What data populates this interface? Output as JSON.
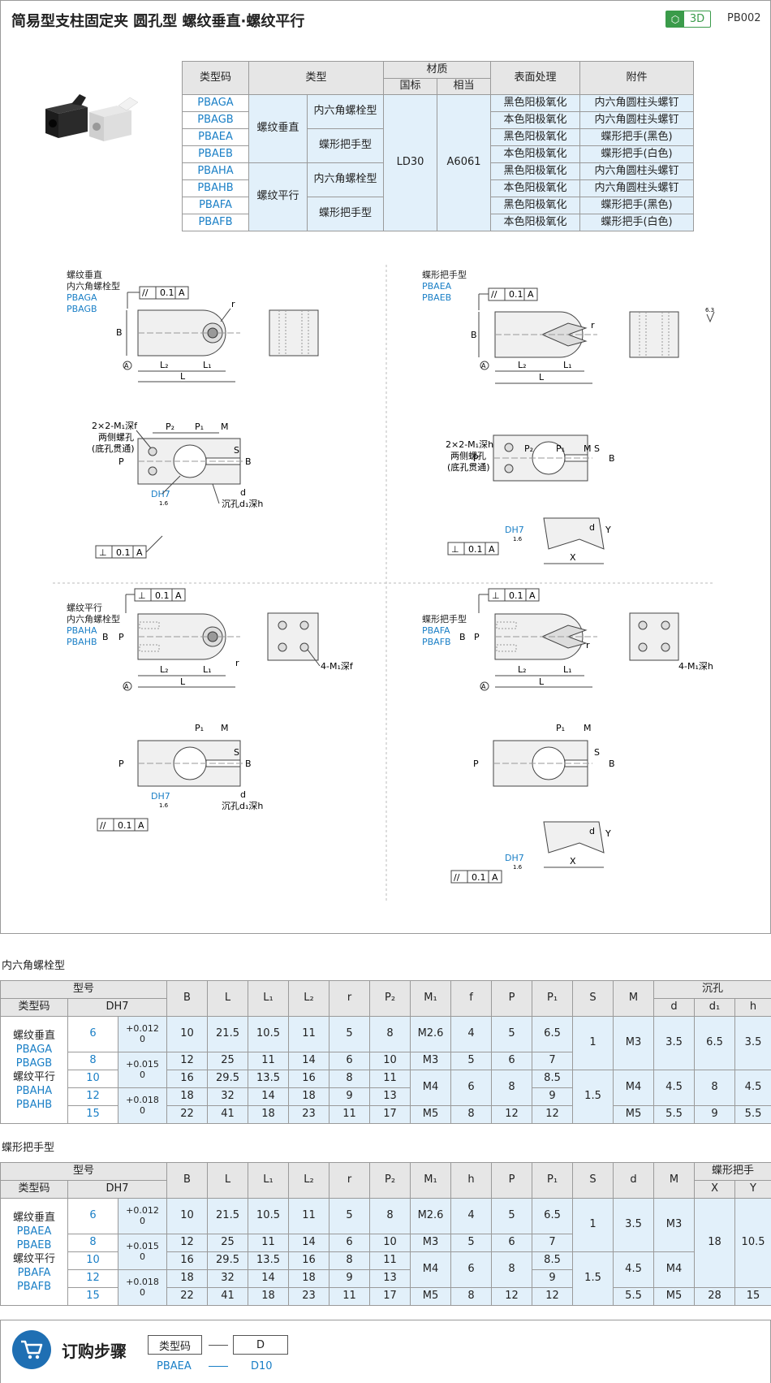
{
  "header": {
    "title": "简易型支柱固定夹 圆孔型 螺纹垂直·螺纹平行",
    "badge_3d": "3D",
    "product_code": "PB002"
  },
  "main_table": {
    "headers": {
      "code": "类型码",
      "type": "类型",
      "material": "材质",
      "material_gb": "国标",
      "material_eq": "相当",
      "surface": "表面处理",
      "accessory": "附件"
    },
    "group_vertical": "螺纹垂直",
    "group_parallel": "螺纹平行",
    "hex_bolt": "内六角螺栓型",
    "butterfly": "蝶形把手型",
    "material_gb": "LD30",
    "material_eq": "A6061",
    "rows": [
      {
        "code": "PBAGA",
        "surface": "黑色阳极氧化",
        "accessory": "内六角圆柱头螺钉"
      },
      {
        "code": "PBAGB",
        "surface": "本色阳极氧化",
        "accessory": "内六角圆柱头螺钉"
      },
      {
        "code": "PBAEA",
        "surface": "黑色阳极氧化",
        "accessory": "蝶形把手(黑色)"
      },
      {
        "code": "PBAEB",
        "surface": "本色阳极氧化",
        "accessory": "蝶形把手(白色)"
      },
      {
        "code": "PBAHA",
        "surface": "黑色阳极氧化",
        "accessory": "内六角圆柱头螺钉"
      },
      {
        "code": "PBAHB",
        "surface": "本色阳极氧化",
        "accessory": "内六角圆柱头螺钉"
      },
      {
        "code": "PBAFA",
        "surface": "黑色阳极氧化",
        "accessory": "蝶形把手(黑色)"
      },
      {
        "code": "PBAFB",
        "surface": "本色阳极氧化",
        "accessory": "蝶形把手(白色)"
      }
    ]
  },
  "drawings": {
    "q1": {
      "line1": "螺纹垂直",
      "line2": "内六角螺栓型",
      "code1": "PBAGA",
      "code2": "PBAGB"
    },
    "q2": {
      "line1": "蝶形把手型",
      "code1": "PBAEA",
      "code2": "PBAEB"
    },
    "q3": {
      "line1": "螺纹平行",
      "line2": "内六角螺栓型",
      "code1": "PBAHA",
      "code2": "PBAHB"
    },
    "q4": {
      "line1": "蝶形把手型",
      "code1": "PBAFA",
      "code2": "PBAFB"
    },
    "labels": {
      "parallel_sym": "//",
      "perp_sym": "⊥",
      "tol": "0.1",
      "datum": "A",
      "B": "B",
      "L": "L",
      "L1": "L₁",
      "L2": "L₂",
      "r": "r",
      "P": "P",
      "P1": "P₁",
      "P2": "P₂",
      "M": "M",
      "S": "S",
      "d": "d",
      "X": "X",
      "Y": "Y",
      "dh7": "DH7",
      "rough": "1.6",
      "rough_top": "6.3",
      "side_holes_f": "2×2-M₁深f",
      "side_holes_h": "2×2-M₁深h",
      "both_sides": "两侧螺孔",
      "through": "(底孔贯通)",
      "counterbore": "沉孔d₁深h",
      "four_f": "4-M₁深f",
      "four_h": "4-M₁深h"
    }
  },
  "hex_section": {
    "label": "内六角螺栓型",
    "header": {
      "model": "型号",
      "code": "类型码",
      "dh7": "DH7",
      "cols": [
        "B",
        "L",
        "L₁",
        "L₂",
        "r",
        "P₂",
        "M₁",
        "f",
        "P",
        "P₁",
        "S",
        "M"
      ],
      "cb": "沉孔",
      "cb_cols": [
        "d",
        "d₁",
        "h"
      ]
    },
    "codes": {
      "v": "螺纹垂直",
      "va": "PBAGA",
      "vb": "PBAGB",
      "p": "螺纹平行",
      "pa": "PBAHA",
      "pb": "PBAHB"
    },
    "tols": [
      "+0.012\n0",
      "+0.015\n0",
      "+0.018\n0"
    ],
    "rows": [
      {
        "D": "6",
        "B": "10",
        "L": "21.5",
        "L1": "10.5",
        "L2": "11",
        "r": "5",
        "P2": "8",
        "P": "5",
        "P1": "6.5"
      },
      {
        "D": "8",
        "B": "12",
        "L": "25",
        "L1": "11",
        "L2": "14",
        "r": "6",
        "P2": "10",
        "P": "6",
        "P1": "7"
      },
      {
        "D": "10",
        "B": "16",
        "L": "29.5",
        "L1": "13.5",
        "L2": "16",
        "r": "8",
        "P2": "11",
        "P": "8",
        "P1": "8.5"
      },
      {
        "D": "12",
        "B": "18",
        "L": "32",
        "L1": "14",
        "L2": "18",
        "r": "9",
        "P2": "13",
        "P": "8",
        "P1": "9"
      },
      {
        "D": "15",
        "B": "22",
        "L": "41",
        "L1": "18",
        "L2": "23",
        "r": "11",
        "P2": "17",
        "P": "12",
        "P1": "12"
      }
    ],
    "m1": [
      "M2.6",
      "M3",
      "M4",
      "M5"
    ],
    "f": [
      "4",
      "5",
      "6",
      "8"
    ],
    "S": [
      "1",
      "1.5"
    ],
    "M": [
      "M3",
      "M4",
      "M5"
    ],
    "cb_d": [
      "3.5",
      "4.5",
      "5.5"
    ],
    "cb_d1": [
      "6.5",
      "8",
      "9"
    ],
    "cb_h": [
      "3.5",
      "4.5",
      "5.5"
    ]
  },
  "butterfly_section": {
    "label": "蝶形把手型",
    "header": {
      "model": "型号",
      "code": "类型码",
      "dh7": "DH7",
      "cols": [
        "B",
        "L",
        "L₁",
        "L₂",
        "r",
        "P₂",
        "M₁",
        "h",
        "P",
        "P₁",
        "S",
        "d",
        "M"
      ],
      "handle": "蝶形把手",
      "handle_cols": [
        "X",
        "Y"
      ]
    },
    "codes": {
      "v": "螺纹垂直",
      "va": "PBAEA",
      "vb": "PBAEB",
      "p": "螺纹平行",
      "pa": "PBAFA",
      "pb": "PBAFB"
    },
    "d": [
      "3.5",
      "4.5",
      "5.5"
    ],
    "M": [
      "M3",
      "M4",
      "M5"
    ],
    "X": [
      "18",
      "28"
    ],
    "Y": [
      "10.5",
      "15"
    ]
  },
  "order": {
    "title": "订购步骤",
    "box1": "类型码",
    "box2": "D",
    "ex1": "PBAEA",
    "ex2": "D10"
  }
}
